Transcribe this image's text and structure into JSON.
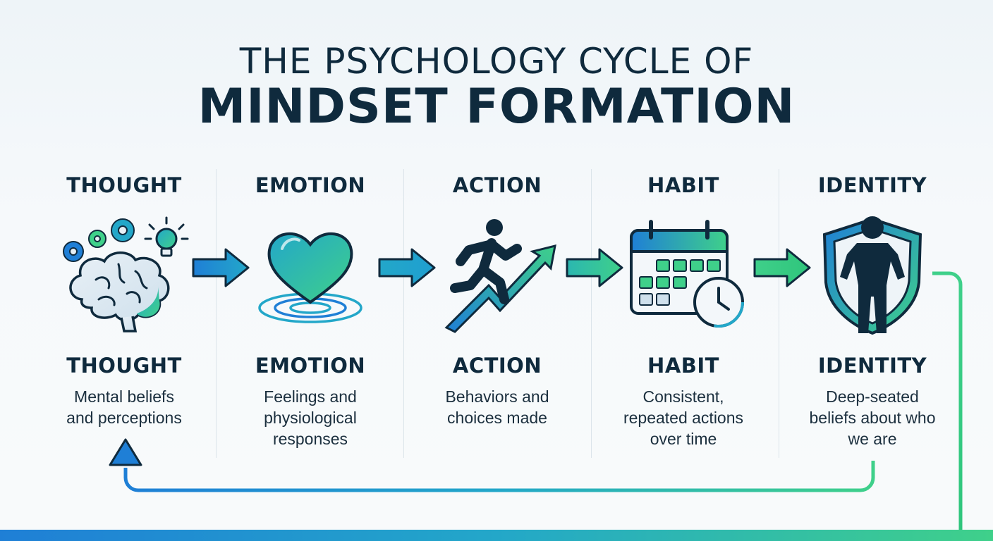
{
  "title": {
    "line1": "THE PSYCHOLOGY CYCLE OF",
    "line2": "MINDSET FORMATION"
  },
  "stages": [
    {
      "heading": "THOUGHT",
      "label": "THOUGHT",
      "desc_lines": [
        "Mental beliefs",
        "and perceptions"
      ],
      "icon": "brain-gears-lightbulb-icon"
    },
    {
      "heading": "EMOTION",
      "label": "EMOTION",
      "desc_lines": [
        "Feelings and",
        "physiological",
        "responses"
      ],
      "icon": "heart-ripple-icon"
    },
    {
      "heading": "ACTION",
      "label": "ACTION",
      "desc_lines": [
        "Behaviors and",
        "choices made"
      ],
      "icon": "running-person-trend-arrow-icon"
    },
    {
      "heading": "HABIT",
      "label": "HABIT",
      "desc_lines": [
        "Consistent,",
        "repeated actions",
        "over time"
      ],
      "icon": "calendar-clock-icon"
    },
    {
      "heading": "IDENTITY",
      "label": "IDENTITY",
      "desc_lines": [
        "Deep-seated",
        "beliefs about who",
        "we are"
      ],
      "icon": "person-shield-icon"
    }
  ],
  "colors": {
    "navy": "#0f2a3d",
    "blue": "#1f7fd6",
    "teal": "#23a7c9",
    "green": "#3fd08a"
  }
}
